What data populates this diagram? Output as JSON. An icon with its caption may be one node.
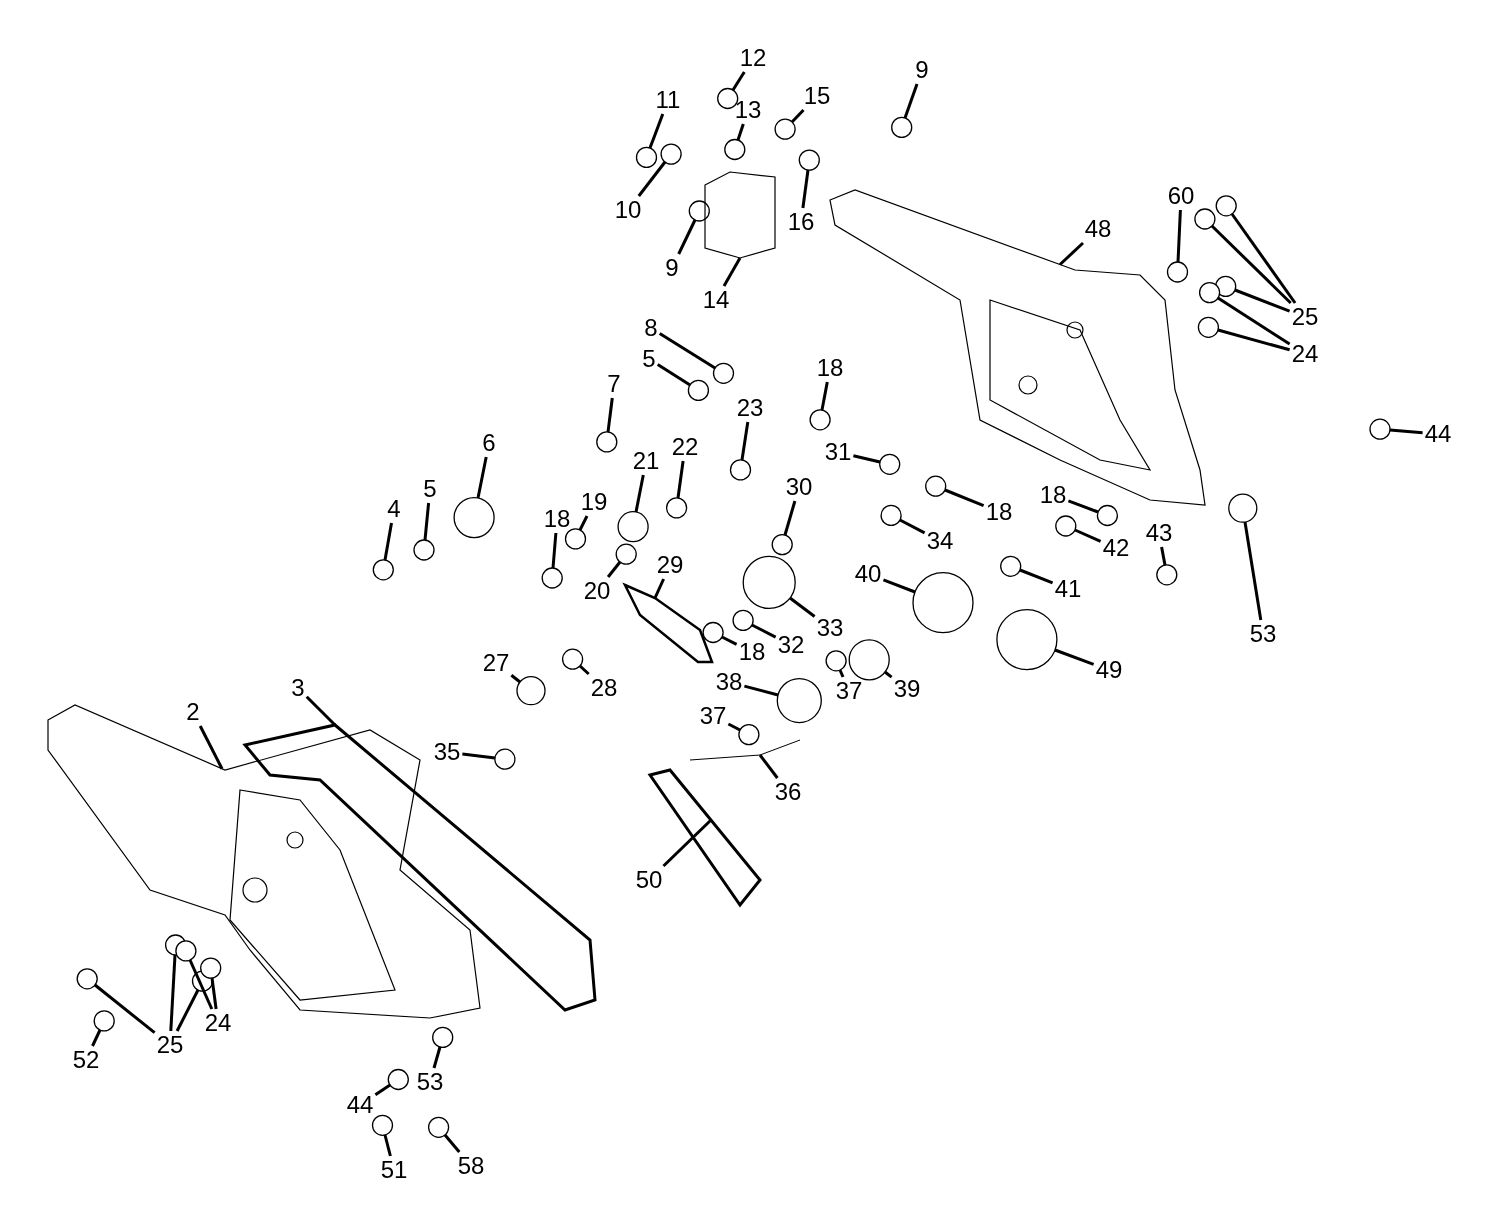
{
  "diagram": {
    "nodes": [
      {
        "text": [
          "12"
        ]
      },
      {
        "text": [
          "11"
        ]
      },
      {
        "text": [
          "13"
        ]
      },
      {
        "text": [
          "15"
        ]
      },
      {
        "text": [
          "9"
        ]
      },
      {
        "text": [
          "10"
        ]
      },
      {
        "text": [
          "16"
        ]
      },
      {
        "text": [
          "9"
        ]
      },
      {
        "text": [
          "14"
        ]
      },
      {
        "text": [
          "60"
        ]
      },
      {
        "text": [
          "48"
        ]
      },
      {
        "text": [
          "25"
        ]
      },
      {
        "text": [
          "24"
        ]
      },
      {
        "text": [
          "8"
        ]
      },
      {
        "text": [
          "5"
        ]
      },
      {
        "text": [
          "18"
        ]
      },
      {
        "text": [
          "7"
        ]
      },
      {
        "text": [
          "23"
        ]
      },
      {
        "text": [
          "44"
        ]
      },
      {
        "text": [
          "31"
        ]
      },
      {
        "text": [
          "6"
        ]
      },
      {
        "text": [
          "21"
        ]
      },
      {
        "text": [
          "22"
        ]
      },
      {
        "text": [
          "4"
        ]
      },
      {
        "text": [
          "5"
        ]
      },
      {
        "text": [
          "19"
        ]
      },
      {
        "text": [
          "18"
        ]
      },
      {
        "text": [
          "18"
        ]
      },
      {
        "text": [
          "18"
        ]
      },
      {
        "text": [
          "30"
        ]
      },
      {
        "text": [
          "20"
        ]
      },
      {
        "text": [
          "34"
        ]
      },
      {
        "text": [
          "42"
        ]
      },
      {
        "text": [
          "43"
        ]
      },
      {
        "text": [
          "29"
        ]
      },
      {
        "text": [
          "41"
        ]
      },
      {
        "text": [
          "33"
        ]
      },
      {
        "text": [
          "40"
        ]
      },
      {
        "text": [
          "53"
        ]
      },
      {
        "text": [
          "32"
        ]
      },
      {
        "text": [
          "18"
        ]
      },
      {
        "text": [
          "49"
        ]
      },
      {
        "text": [
          "27"
        ]
      },
      {
        "text": [
          "28"
        ]
      },
      {
        "text": [
          "37"
        ]
      },
      {
        "text": [
          "39"
        ]
      },
      {
        "text": [
          "38"
        ]
      },
      {
        "text": [
          "37"
        ]
      },
      {
        "text": [
          "35"
        ]
      },
      {
        "text": [
          "2"
        ]
      },
      {
        "text": [
          "3"
        ]
      },
      {
        "text": [
          "36"
        ]
      },
      {
        "text": [
          "50"
        ]
      },
      {
        "text": [
          "25"
        ]
      },
      {
        "text": [
          "24"
        ]
      },
      {
        "text": [
          "52"
        ]
      },
      {
        "text": [
          "44"
        ]
      },
      {
        "text": [
          "53"
        ]
      },
      {
        "text": [
          "51"
        ]
      },
      {
        "text": [
          "58"
        ]
      },
      {
        "text": [],
        "shape": "circle"
      },
      {
        "text": [],
        "shape": "circle"
      },
      {
        "text": [],
        "shape": "circle"
      },
      {
        "text": [],
        "shape": "circle"
      },
      {
        "text": [],
        "shape": "circle"
      },
      {
        "text": [],
        "shape": "circle"
      },
      {
        "text": [],
        "shape": "circle"
      },
      {
        "text": [],
        "shape": "circle"
      },
      {
        "text": [],
        "shape": "picture"
      },
      {
        "text": [],
        "shape": "circle"
      },
      {
        "text": [],
        "shape": "picture"
      },
      {
        "text": [],
        "shape": "circle"
      },
      {
        "text": [],
        "shape": "circle"
      },
      {
        "text": [],
        "shape": "circle"
      },
      {
        "text": [],
        "shape": "circle"
      },
      {
        "text": [],
        "shape": "circle"
      },
      {
        "text": [],
        "shape": "circle"
      },
      {
        "text": [],
        "shape": "circle"
      },
      {
        "text": [],
        "shape": "circle"
      },
      {
        "text": [],
        "shape": "circle"
      },
      {
        "text": [],
        "shape": "circle"
      },
      {
        "text": [],
        "shape": "circle"
      },
      {
        "text": [],
        "shape": "circle"
      },
      {
        "text": [],
        "shape": "circle"
      },
      {
        "text": [],
        "shape": "circle"
      },
      {
        "text": [],
        "shape": "circle"
      },
      {
        "text": [],
        "shape": "circle"
      },
      {
        "text": [],
        "shape": "circle"
      },
      {
        "text": [],
        "shape": "circle"
      },
      {
        "text": [],
        "shape": "circle"
      },
      {
        "text": [],
        "shape": "circle"
      },
      {
        "text": [],
        "shape": "circle"
      },
      {
        "text": [],
        "shape": "circle"
      },
      {
        "text": [],
        "shape": "circle"
      },
      {
        "text": [],
        "shape": "circle"
      },
      {
        "text": [],
        "shape": "circle"
      },
      {
        "text": [],
        "shape": "circle"
      },
      {
        "text": [],
        "shape": "picture"
      },
      {
        "text": [],
        "shape": "circle"
      },
      {
        "text": [],
        "shape": "circle"
      },
      {
        "text": [],
        "shape": "circle"
      },
      {
        "text": [],
        "shape": "circle"
      },
      {
        "text": [],
        "shape": "circle"
      },
      {
        "text": [],
        "shape": "circle"
      },
      {
        "text": [],
        "shape": "circle"
      },
      {
        "text": [],
        "shape": "circle"
      },
      {
        "text": [],
        "shape": "circle"
      },
      {
        "text": [],
        "shape": "circle"
      },
      {
        "text": [],
        "shape": "circle"
      },
      {
        "text": [],
        "shape": "circle"
      },
      {
        "text": [],
        "shape": "circle"
      },
      {
        "text": [],
        "shape": "circle"
      },
      {
        "text": [],
        "shape": "picture"
      },
      {
        "text": [],
        "shape": "picture"
      },
      {
        "text": [],
        "shape": "picture"
      },
      {
        "text": [],
        "shape": "picture"
      },
      {
        "text": [],
        "shape": "circle"
      },
      {
        "text": [],
        "shape": "circle"
      },
      {
        "text": [],
        "shape": "circle"
      },
      {
        "text": [],
        "shape": "circle"
      },
      {
        "text": [],
        "shape": "circle"
      },
      {
        "text": [],
        "shape": "circle"
      },
      {
        "text": [],
        "shape": "circle"
      },
      {
        "text": [],
        "shape": "circle"
      },
      {
        "text": [],
        "shape": "circle"
      },
      {
        "text": [],
        "shape": "circle"
      }
    ],
    "edges": [
      {
        "from": 0,
        "to": 60,
        "arrow": "none"
      },
      {
        "from": 1,
        "to": 61,
        "arrow": "none"
      },
      {
        "from": 2,
        "to": 62,
        "arrow": "none"
      },
      {
        "from": 3,
        "to": 63,
        "arrow": "none"
      },
      {
        "from": 4,
        "to": 64,
        "arrow": "none"
      },
      {
        "from": 5,
        "to": 65,
        "arrow": "none"
      },
      {
        "from": 6,
        "to": 66,
        "arrow": "none"
      },
      {
        "from": 7,
        "to": 67,
        "arrow": "none"
      },
      {
        "from": 8,
        "to": 68,
        "arrow": "none"
      },
      {
        "from": 9,
        "to": 69,
        "arrow": "none"
      },
      {
        "from": 10,
        "to": 70,
        "arrow": "none"
      },
      {
        "from": 11,
        "to": 71,
        "arrow": "none"
      },
      {
        "from": 11,
        "to": 72,
        "arrow": "none"
      },
      {
        "from": 11,
        "to": 73,
        "arrow": "none"
      },
      {
        "from": 12,
        "to": 74,
        "arrow": "none"
      },
      {
        "from": 12,
        "to": 75,
        "arrow": "none"
      },
      {
        "from": 13,
        "to": 76,
        "arrow": "none"
      },
      {
        "from": 14,
        "to": 77,
        "arrow": "none"
      },
      {
        "from": 15,
        "to": 78,
        "arrow": "none"
      },
      {
        "from": 16,
        "to": 79,
        "arrow": "none"
      },
      {
        "from": 17,
        "to": 80,
        "arrow": "none"
      },
      {
        "from": 18,
        "to": 81,
        "arrow": "none"
      },
      {
        "from": 19,
        "to": 82,
        "arrow": "none"
      },
      {
        "from": 20,
        "to": 83,
        "arrow": "none"
      },
      {
        "from": 21,
        "to": 84,
        "arrow": "none"
      },
      {
        "from": 22,
        "to": 85,
        "arrow": "none"
      },
      {
        "from": 23,
        "to": 86,
        "arrow": "none"
      },
      {
        "from": 24,
        "to": 87,
        "arrow": "none"
      },
      {
        "from": 25,
        "to": 88,
        "arrow": "none"
      },
      {
        "from": 26,
        "to": 89,
        "arrow": "none"
      },
      {
        "from": 27,
        "to": 90,
        "arrow": "none"
      },
      {
        "from": 28,
        "to": 91,
        "arrow": "none"
      },
      {
        "from": 29,
        "to": 92,
        "arrow": "none"
      },
      {
        "from": 30,
        "to": 93,
        "arrow": "none"
      },
      {
        "from": 31,
        "to": 94,
        "arrow": "none"
      },
      {
        "from": 32,
        "to": 95,
        "arrow": "none"
      },
      {
        "from": 33,
        "to": 96,
        "arrow": "none"
      },
      {
        "from": 34,
        "to": 97,
        "arrow": "none"
      },
      {
        "from": 35,
        "to": 98,
        "arrow": "none"
      },
      {
        "from": 36,
        "to": 99,
        "arrow": "none"
      },
      {
        "from": 37,
        "to": 100,
        "arrow": "none"
      },
      {
        "from": 38,
        "to": 101,
        "arrow": "none"
      },
      {
        "from": 39,
        "to": 102,
        "arrow": "none"
      },
      {
        "from": 40,
        "to": 103,
        "arrow": "none"
      },
      {
        "from": 41,
        "to": 104,
        "arrow": "none"
      },
      {
        "from": 42,
        "to": 105,
        "arrow": "none"
      },
      {
        "from": 43,
        "to": 106,
        "arrow": "none"
      },
      {
        "from": 44,
        "to": 107,
        "arrow": "none"
      },
      {
        "from": 45,
        "to": 108,
        "arrow": "none"
      },
      {
        "from": 46,
        "to": 109,
        "arrow": "none"
      },
      {
        "from": 47,
        "to": 110,
        "arrow": "none"
      },
      {
        "from": 48,
        "to": 111,
        "arrow": "none"
      },
      {
        "from": 49,
        "to": 112,
        "arrow": "none"
      },
      {
        "from": 50,
        "to": 113,
        "arrow": "none"
      },
      {
        "from": 51,
        "to": 114,
        "arrow": "none"
      },
      {
        "from": 52,
        "to": 115,
        "arrow": "none"
      },
      {
        "from": 53,
        "to": 116,
        "arrow": "none"
      },
      {
        "from": 53,
        "to": 117,
        "arrow": "none"
      },
      {
        "from": 53,
        "to": 118,
        "arrow": "none"
      },
      {
        "from": 54,
        "to": 119,
        "arrow": "none"
      },
      {
        "from": 54,
        "to": 120,
        "arrow": "none"
      },
      {
        "from": 55,
        "to": 121,
        "arrow": "none"
      },
      {
        "from": 56,
        "to": 122,
        "arrow": "none"
      },
      {
        "from": 57,
        "to": 123,
        "arrow": "none"
      },
      {
        "from": 58,
        "to": 124,
        "arrow": "none"
      },
      {
        "from": 59,
        "to": 125,
        "arrow": "none"
      }
    ]
  }
}
